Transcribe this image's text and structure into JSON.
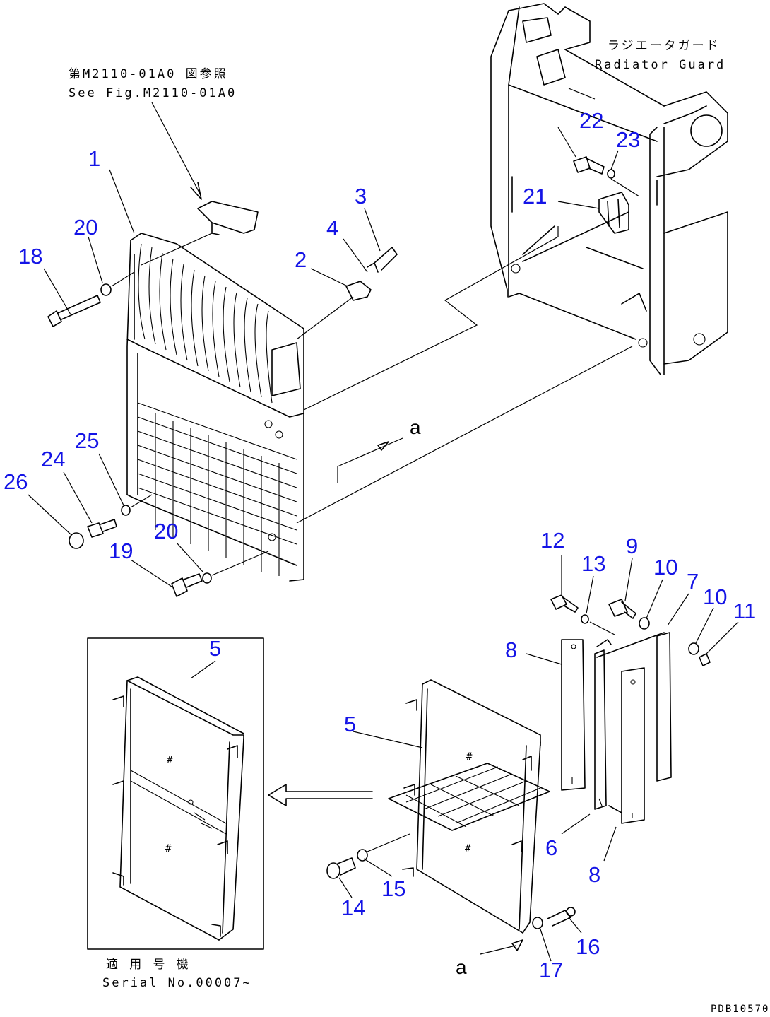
{
  "notes": {
    "see_fig_jp": "第M2110-01A0 図参照",
    "see_fig_en": "See Fig.M2110-01A0",
    "radiator_guard_jp": "ラジエータガード",
    "radiator_guard_en": "Radiator Guard",
    "serial_jp": "適 用 号 機",
    "serial_en": "Serial No.00007~",
    "drawing_code": "PDB10570"
  },
  "view_labels": [
    "a",
    "a"
  ],
  "callouts": [
    {
      "id": "c1",
      "text": "1"
    },
    {
      "id": "c2",
      "text": "2"
    },
    {
      "id": "c3",
      "text": "3"
    },
    {
      "id": "c4",
      "text": "4"
    },
    {
      "id": "c5a",
      "text": "5"
    },
    {
      "id": "c5b",
      "text": "5"
    },
    {
      "id": "c6",
      "text": "6"
    },
    {
      "id": "c7",
      "text": "7"
    },
    {
      "id": "c8a",
      "text": "8"
    },
    {
      "id": "c8b",
      "text": "8"
    },
    {
      "id": "c9",
      "text": "9"
    },
    {
      "id": "c10a",
      "text": "10"
    },
    {
      "id": "c10b",
      "text": "10"
    },
    {
      "id": "c11",
      "text": "11"
    },
    {
      "id": "c12",
      "text": "12"
    },
    {
      "id": "c13",
      "text": "13"
    },
    {
      "id": "c14",
      "text": "14"
    },
    {
      "id": "c15",
      "text": "15"
    },
    {
      "id": "c16",
      "text": "16"
    },
    {
      "id": "c17",
      "text": "17"
    },
    {
      "id": "c18",
      "text": "18"
    },
    {
      "id": "c19",
      "text": "19"
    },
    {
      "id": "c20a",
      "text": "20"
    },
    {
      "id": "c20b",
      "text": "20"
    },
    {
      "id": "c21",
      "text": "21"
    },
    {
      "id": "c22",
      "text": "22"
    },
    {
      "id": "c23",
      "text": "23"
    },
    {
      "id": "c24",
      "text": "24"
    },
    {
      "id": "c25",
      "text": "25"
    },
    {
      "id": "c26",
      "text": "26"
    }
  ],
  "colors": {
    "callout": "#1414e6",
    "line": "#000000"
  }
}
